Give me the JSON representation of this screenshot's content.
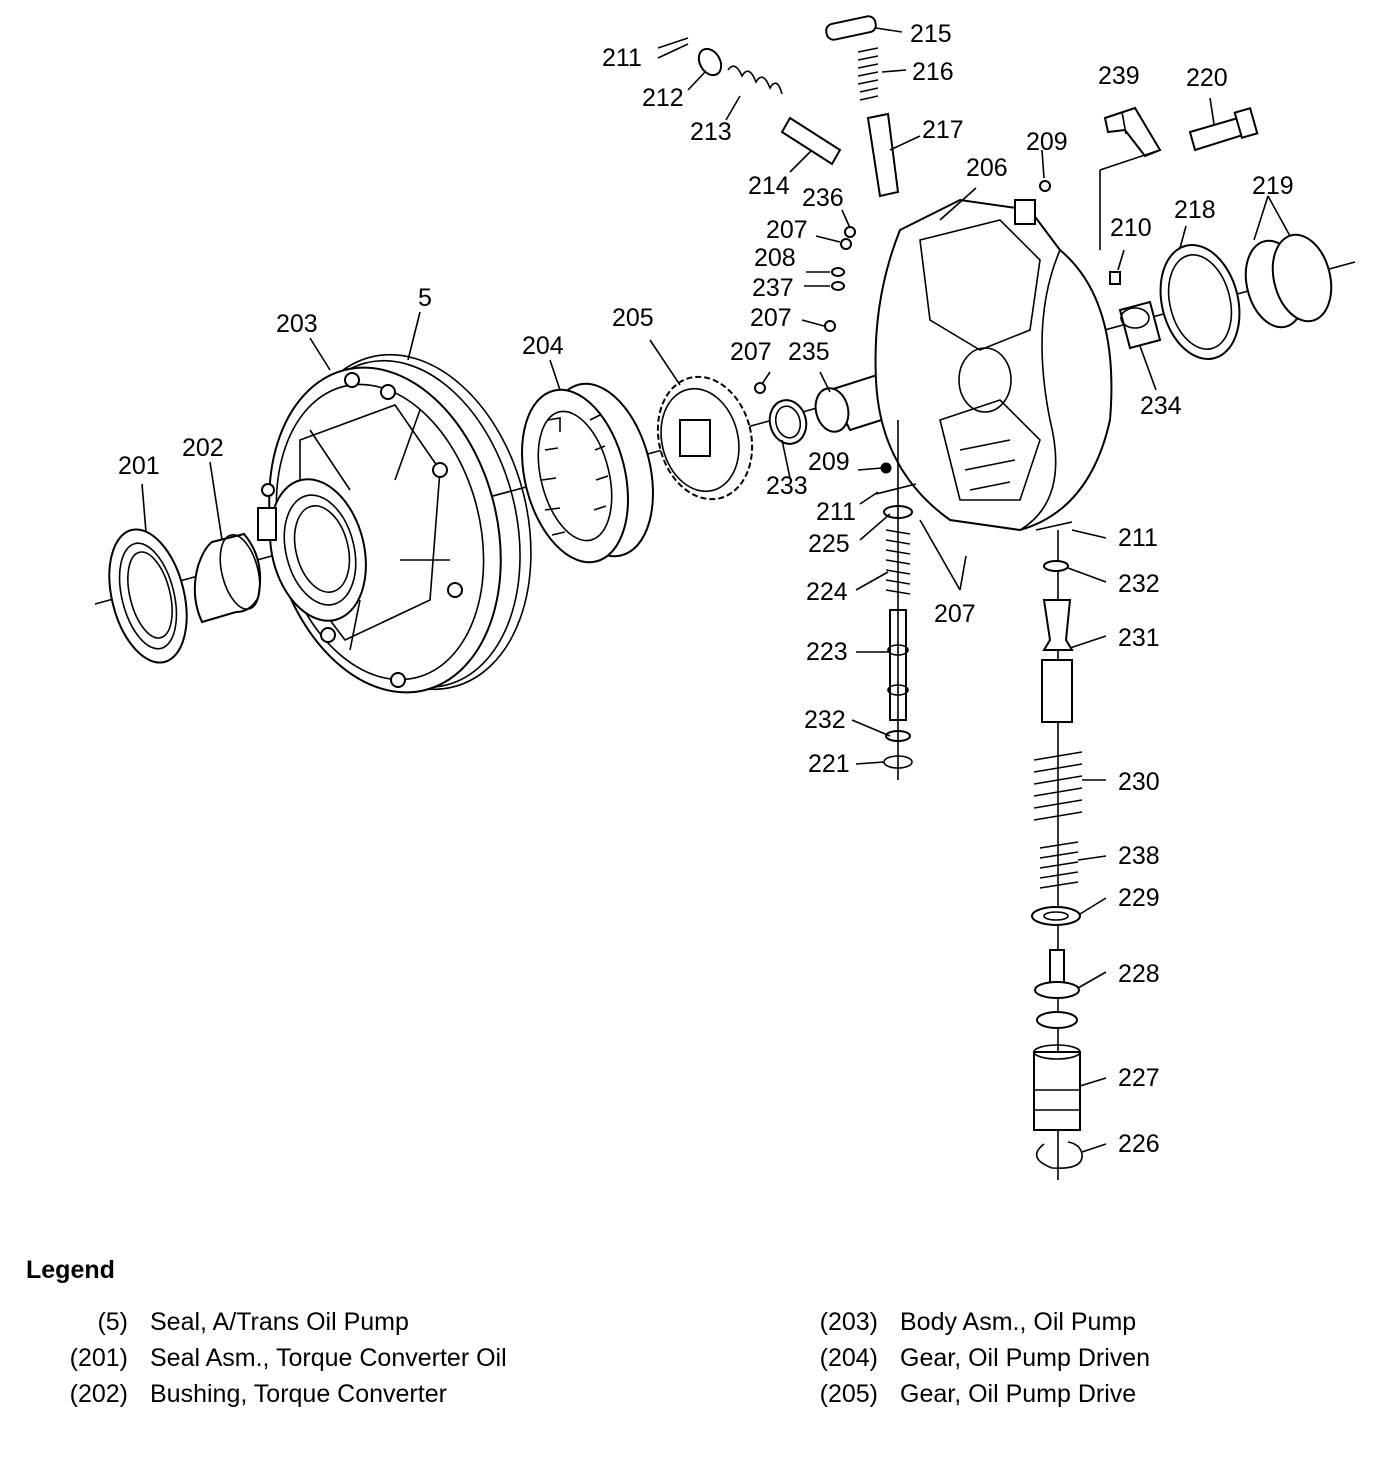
{
  "callouts": [
    "211",
    "212",
    "213",
    "214",
    "215",
    "216",
    "217",
    "236",
    "207",
    "208",
    "237",
    "206",
    "209",
    "239",
    "220",
    "219",
    "218",
    "210",
    "234",
    "5",
    "203",
    "204",
    "205",
    "201",
    "202",
    "233",
    "235",
    "225",
    "224",
    "223",
    "232",
    "221",
    "231",
    "230",
    "238",
    "229",
    "228",
    "227",
    "226"
  ],
  "legend": {
    "title": "Legend",
    "items": [
      {
        "num": "(5)",
        "text": "Seal, A/Trans Oil Pump"
      },
      {
        "num": "(201)",
        "text": "Seal Asm., Torque Converter Oil"
      },
      {
        "num": "(202)",
        "text": "Bushing, Torque Converter"
      },
      {
        "num": "(203)",
        "text": "Body Asm., Oil Pump"
      },
      {
        "num": "(204)",
        "text": "Gear, Oil Pump Driven"
      },
      {
        "num": "(205)",
        "text": "Gear, Oil Pump Drive"
      }
    ]
  }
}
